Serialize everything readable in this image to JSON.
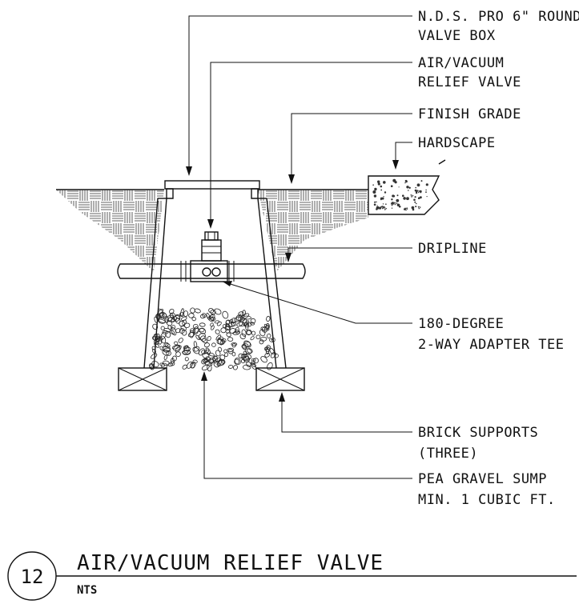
{
  "callouts": {
    "valve_box": [
      "N.D.S. PRO 6\" ROUND",
      "VALVE BOX"
    ],
    "air_valve": [
      "AIR/VACUUM",
      "RELIEF VALVE"
    ],
    "finish_grade": [
      "FINISH GRADE"
    ],
    "hardscape": [
      "HARDSCAPE"
    ],
    "dripline": [
      "DRIPLINE"
    ],
    "adapter_tee": [
      "180-DEGREE",
      "2-WAY ADAPTER TEE"
    ],
    "brick_supports": [
      "BRICK SUPPORTS",
      "(THREE)"
    ],
    "gravel_sump": [
      "PEA GRAVEL SUMP",
      "MIN. 1 CUBIC FT."
    ]
  },
  "title_block": {
    "detail_number": "12",
    "title": "AIR/VACUUM RELIEF VALVE",
    "scale": "NTS"
  }
}
